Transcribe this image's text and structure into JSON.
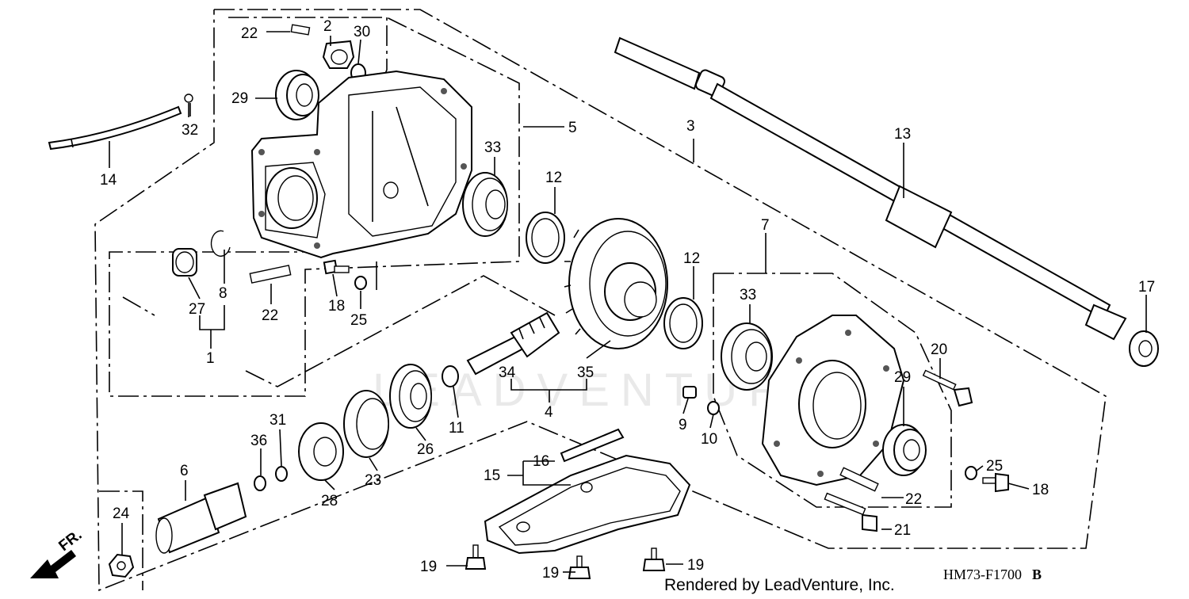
{
  "diagram": {
    "watermark": "LEADVENTURE",
    "footer_credit": "Rendered by LeadVenture, Inc.",
    "diagram_code": "HM73-F1700",
    "diagram_code_suffix": "B",
    "front_label": "FR.",
    "callouts": [
      "1",
      "2",
      "3",
      "4",
      "5",
      "6",
      "7",
      "8",
      "9",
      "10",
      "11",
      "12",
      "12",
      "13",
      "14",
      "15",
      "16",
      "17",
      "18",
      "18",
      "19",
      "19",
      "19",
      "20",
      "21",
      "22",
      "22",
      "22",
      "23",
      "24",
      "25",
      "25",
      "26",
      "27",
      "28",
      "29",
      "29",
      "30",
      "31",
      "32",
      "33",
      "33",
      "34",
      "35",
      "36"
    ]
  }
}
